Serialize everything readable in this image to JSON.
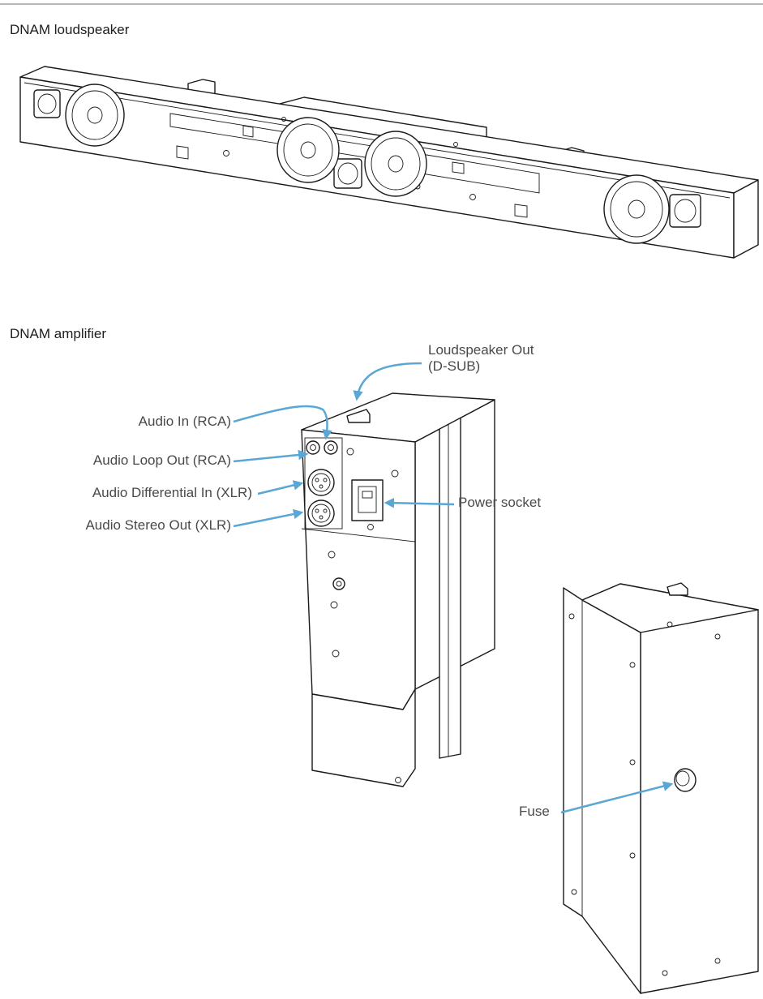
{
  "sections": {
    "loudspeaker_title": "DNAM loudspeaker",
    "amplifier_title": "DNAM amplifier"
  },
  "callouts": {
    "loudspeaker_out_line1": "Loudspeaker Out",
    "loudspeaker_out_line2": "(D-SUB)",
    "audio_in": "Audio In (RCA)",
    "audio_loop_out": "Audio Loop Out (RCA)",
    "audio_differential_in": "Audio Differential In (XLR)",
    "audio_stereo_out": "Audio Stereo Out (XLR)",
    "power_socket": "Power socket",
    "fuse": "Fuse"
  },
  "colors": {
    "callout_arrow": "#5aa7d6",
    "line_art": "#1a1a1a",
    "rule": "#b8b8b8"
  }
}
